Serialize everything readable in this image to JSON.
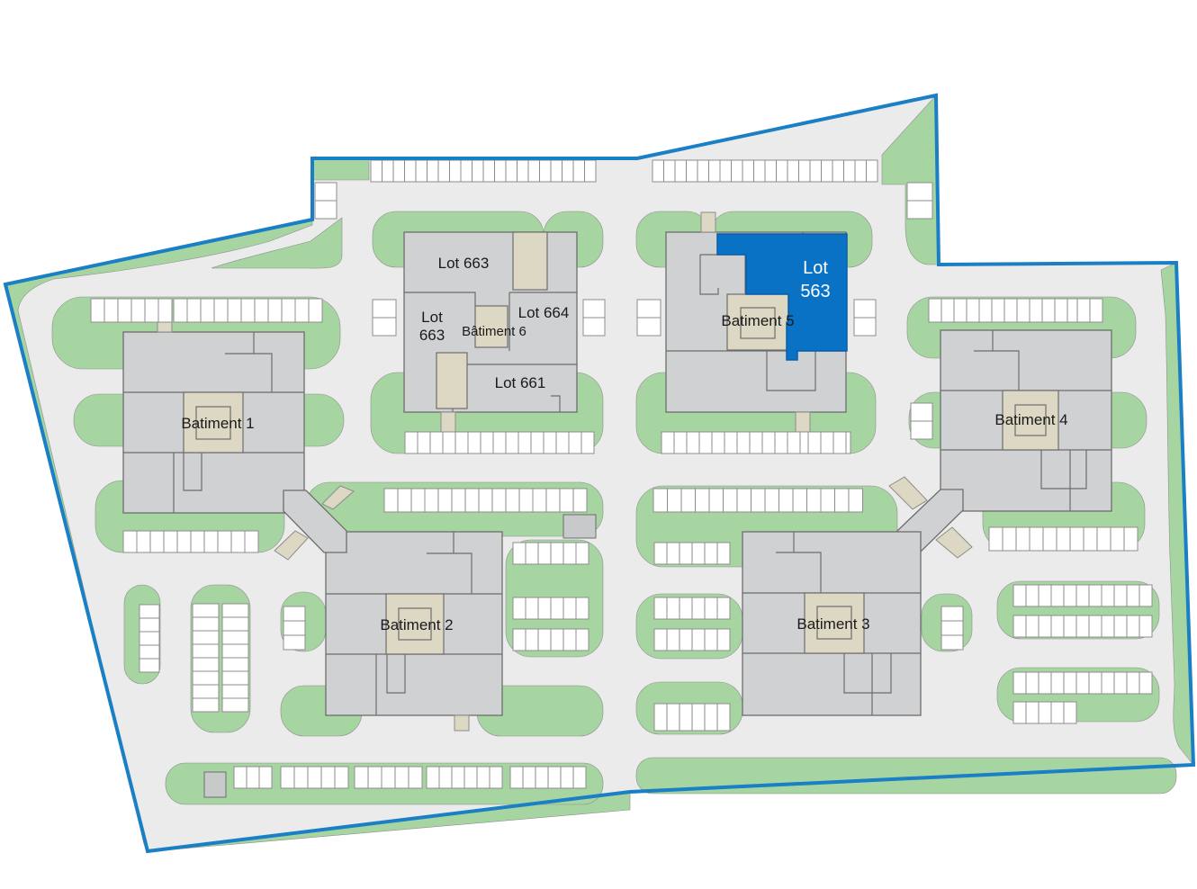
{
  "colors": {
    "site_background": "#ffffff",
    "road": "#ebebeb",
    "green_space": "#a7d5a2",
    "building": "#d0d1d3",
    "courtyard": "#dcd8c4",
    "boundary": "#1a7fc4",
    "highlight": "#0a72c4"
  },
  "buildings": [
    {
      "label": "Batiment 1"
    },
    {
      "label": "Batiment 2"
    },
    {
      "label": "Batiment 3"
    },
    {
      "label": "Batiment 4"
    },
    {
      "label": "Batiment 5"
    },
    {
      "label": "Bâtiment 6"
    }
  ],
  "lots": [
    {
      "label": "Lot 663"
    },
    {
      "label_line1": "Lot",
      "label_line2": "663"
    },
    {
      "label": "Lot 664"
    },
    {
      "label": "Lot 661"
    },
    {
      "label_line1": "Lot",
      "label_line2": "563",
      "highlighted": true
    }
  ]
}
